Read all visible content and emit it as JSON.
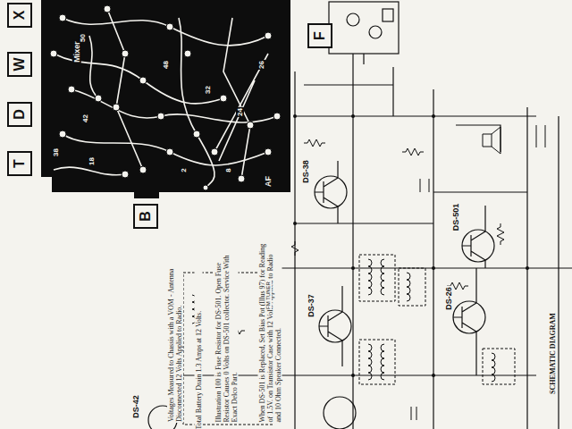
{
  "diagram": {
    "nodes": [
      {
        "text": [
          "X"
        ]
      },
      {
        "text": [
          "W"
        ]
      },
      {
        "text": [
          "D"
        ]
      },
      {
        "text": [
          "T"
        ]
      },
      {
        "text": [
          "B"
        ]
      },
      {
        "text": [
          "F"
        ]
      }
    ],
    "labels": [
      "Mixer",
      "AF",
      "50",
      "48",
      "42",
      "38",
      "32",
      "26",
      "24",
      "18",
      "2",
      "8",
      "Voltages Measured to Chassis with a VOM - Antenna Disconnected 12 Volts Applied to Radio.",
      "Total Battery Drain 1.3 Amps at 12 Volts.",
      "Illustration 100 is Fuse Resistor for DS-501. Open Fuse Resistor Causes 0 Volts on DS-501 collector. Service With Exact Delco Part.",
      "When DS-501 is Replaced, Set Bias Pot (Illus 97) for Reading of 1.5V. on Transistor Case with 12 Volts Applied to Radio and 10 Ohm Speaker Connected.",
      "DS-38",
      "DS-37",
      "DS-501",
      "DS-26",
      "DS-42",
      "SCHEMATIC DIAGRAM",
      "FM TUNER"
    ]
  }
}
